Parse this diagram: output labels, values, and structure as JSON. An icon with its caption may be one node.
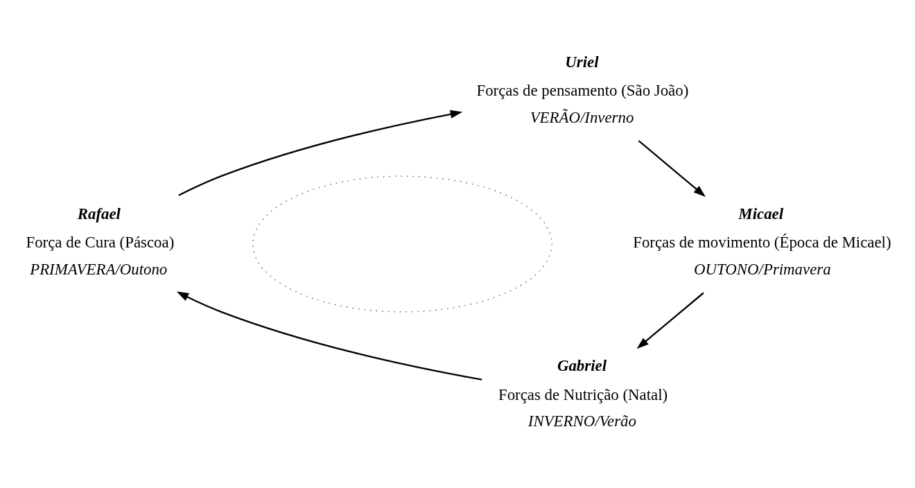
{
  "diagram": {
    "nodes": [
      {
        "text": [
          "Uriel",
          "Forças de pensamento (São João)",
          "VERÃO/Inverno"
        ]
      },
      {
        "text": [
          "Rafael",
          "Força de Cura (Páscoa)",
          "PRIMAVERA/Outono"
        ]
      },
      {
        "text": [],
        "shape": "ellipse"
      },
      {
        "text": [
          "Micael",
          "Forças de movimento (Época de Micael)",
          "OUTONO/Primavera"
        ]
      },
      {
        "text": [
          "Gabriel",
          "Forças de Nutrição (Natal)",
          "INVERNO/Verão"
        ]
      }
    ],
    "edges": [
      {
        "from": 1,
        "to": 0,
        "arrow": "to"
      },
      {
        "from": 0,
        "to": 3,
        "arrow": "to"
      },
      {
        "from": 3,
        "to": 4,
        "arrow": "to"
      },
      {
        "from": 4,
        "to": 1,
        "arrow": "to"
      }
    ]
  }
}
